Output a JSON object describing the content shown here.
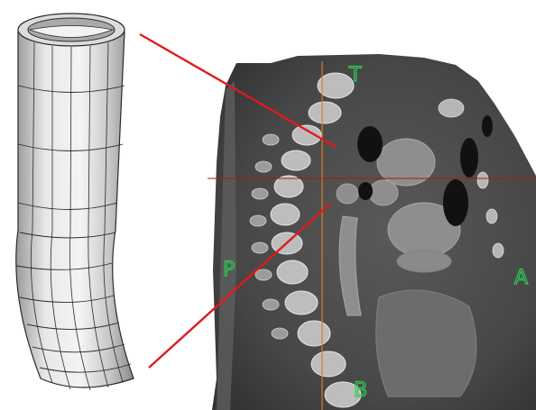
{
  "orientation_labels": {
    "top": "T",
    "bottom": "B",
    "posterior": "P",
    "anterior": "A"
  },
  "colors": {
    "callout_lines": "#e01a1a",
    "vertical_crosshair": "#d2821e",
    "horizontal_crosshair": "#b41414",
    "label_outline": "#2ecc52",
    "tube_fill": "#e2e2e2",
    "tube_edges": "#2a2a2a",
    "scan_background": "#4a4a4a"
  },
  "icons": {
    "tube_model": "mesh-tube-icon",
    "ct_scan": "ct-sagittal-slice"
  }
}
